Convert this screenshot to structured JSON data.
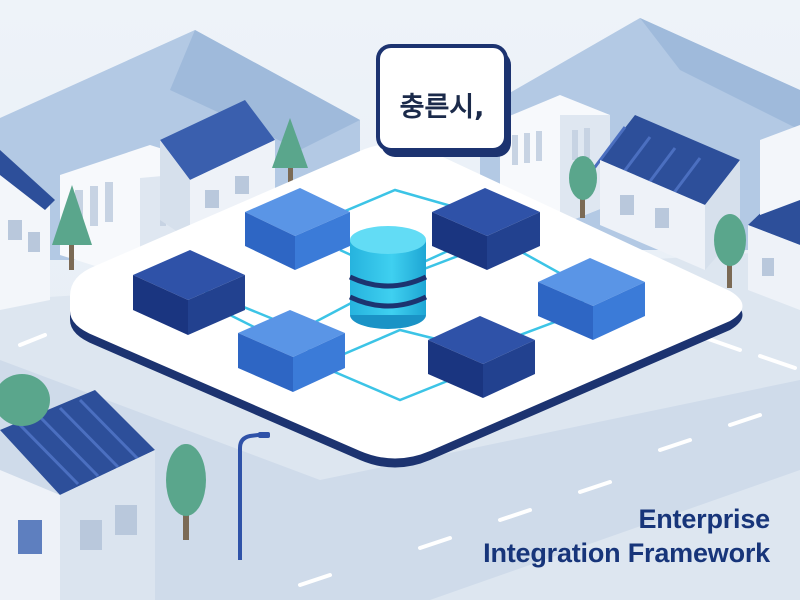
{
  "sign": {
    "text": "충른시,"
  },
  "headline": {
    "line1": "Enterprise",
    "line2": "Integration Framework"
  },
  "colors": {
    "background": "#e9f0f7",
    "mountain": "#a9c2e0",
    "platform": "#ffffff",
    "platform_edge": "#1c3370",
    "block_light": "#3b7bd8",
    "block_dark": "#1f3f91",
    "database": "#2fc6ea",
    "connector": "#3cc4e6",
    "tree": "#5aa68c",
    "roof": "#2d4f9a",
    "headline": "#17357a"
  },
  "icons": [
    "database-icon",
    "module-block-icon",
    "house-icon",
    "tree-icon",
    "street-lamp-icon",
    "signboard-icon"
  ]
}
